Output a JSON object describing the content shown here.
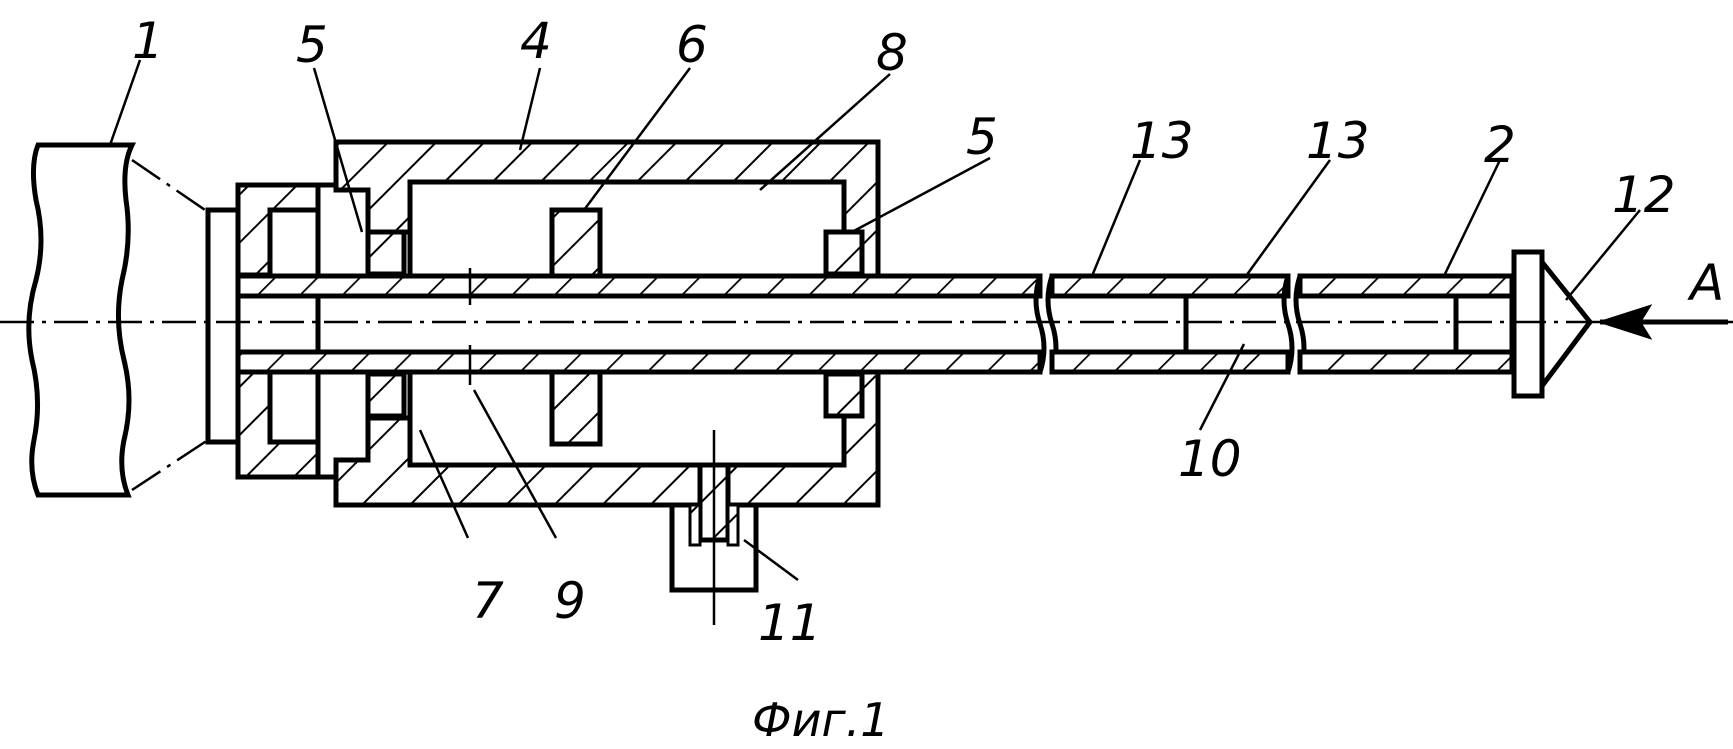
{
  "figure": {
    "caption": "Фиг.1",
    "labels": {
      "part_1": "1",
      "part_2": "2",
      "part_4": "4",
      "part_5_left": "5",
      "part_5_right": "5",
      "part_6": "6",
      "part_7": "7",
      "part_8": "8",
      "part_9": "9",
      "part_10": "10",
      "part_11": "11",
      "part_12": "12",
      "part_13_left": "13",
      "part_13_right": "13",
      "view_A": "A"
    }
  }
}
